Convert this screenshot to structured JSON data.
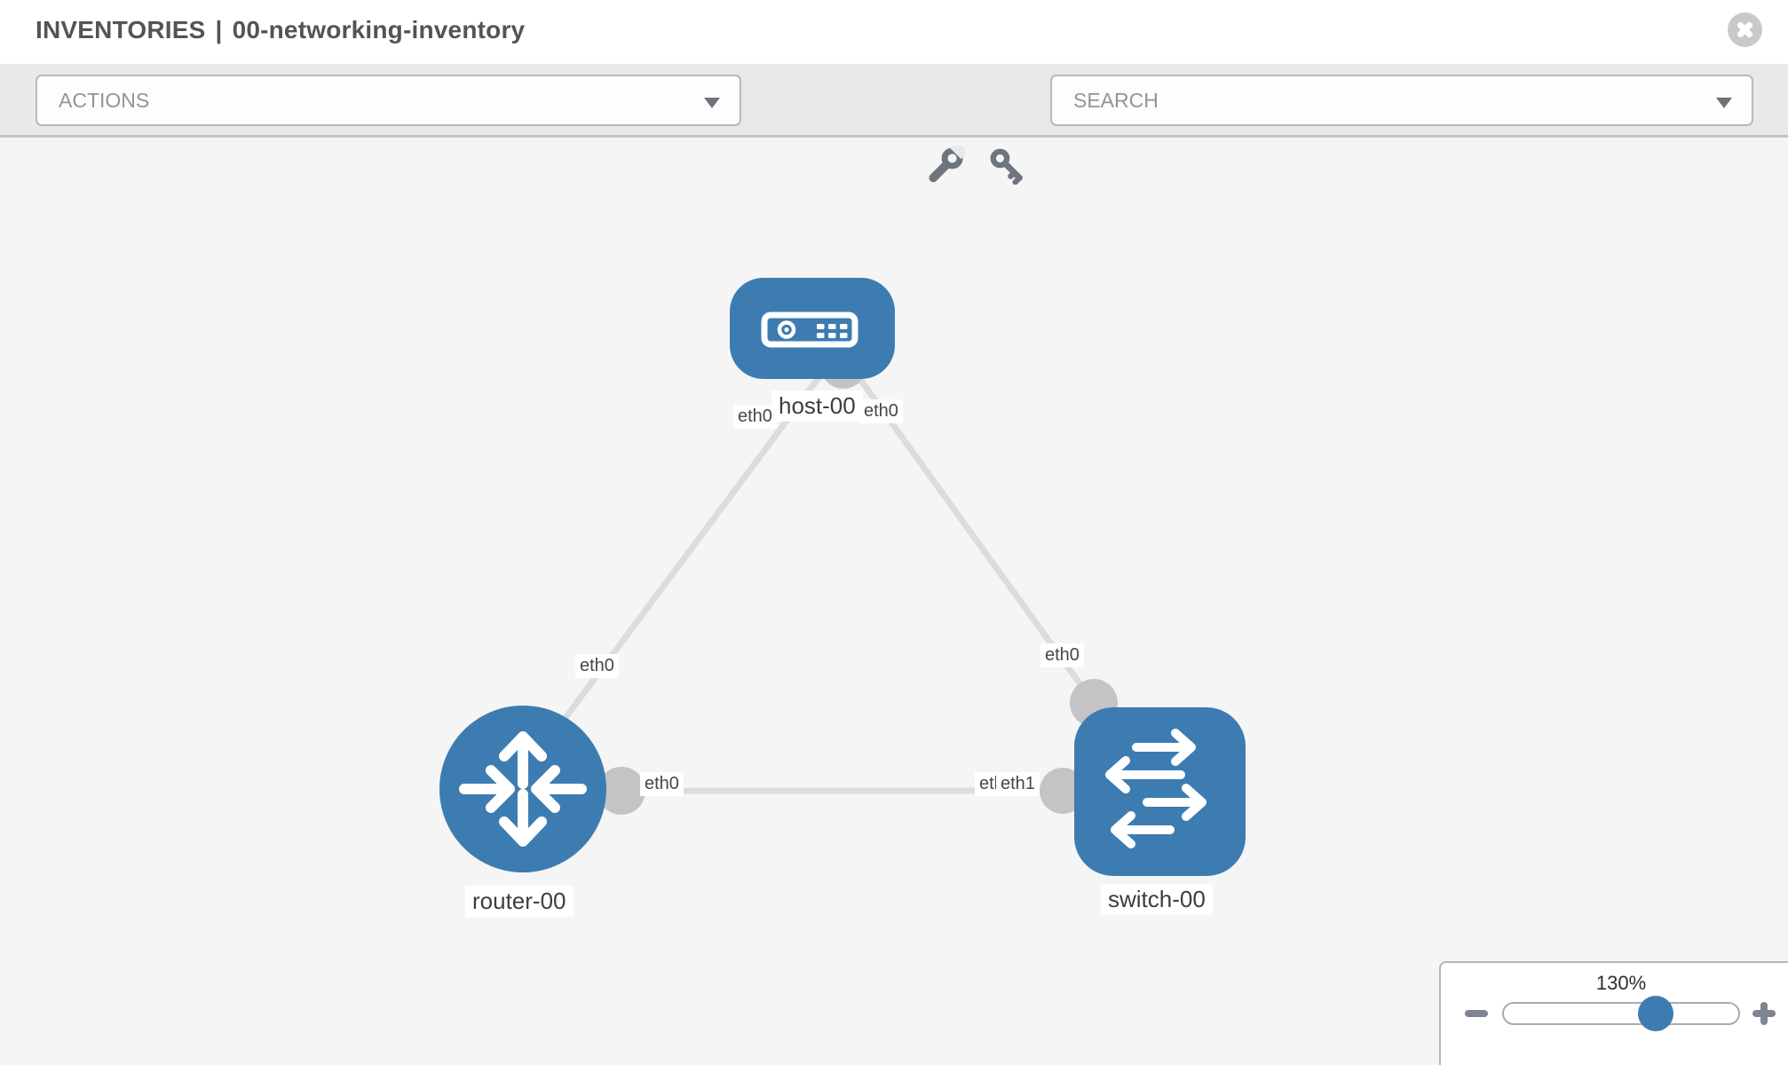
{
  "window": {
    "title_section": "INVENTORIES",
    "title_separator": "|",
    "title_name": "00-networking-inventory"
  },
  "toolbar": {
    "actions_label": "ACTIONS",
    "search_placeholder": "SEARCH"
  },
  "topology": {
    "nodes": [
      {
        "label": "host-00",
        "type": "host"
      },
      {
        "label": "router-00",
        "type": "router"
      },
      {
        "label": "switch-00",
        "type": "switch"
      }
    ],
    "links": [
      {
        "from": "host-00",
        "to": "router-00",
        "from_interface": "eth0",
        "to_interface": "eth0"
      },
      {
        "from": "host-00",
        "to": "switch-00",
        "from_interface": "eth0",
        "to_interface": "eth0"
      },
      {
        "from": "router-00",
        "to": "switch-00",
        "from_interface": "eth0",
        "to_interface": "eth1",
        "obscured_interface": "eth0"
      }
    ]
  },
  "zoom": {
    "level_label": "130%",
    "percent": 130
  },
  "colors": {
    "node_blue": "#3d7cb1",
    "link_gray": "#dcdcdd",
    "connector_gray": "#c4c4c6",
    "canvas_bg": "#f5f5f6",
    "toolbar_bg": "#e9e9e9"
  }
}
